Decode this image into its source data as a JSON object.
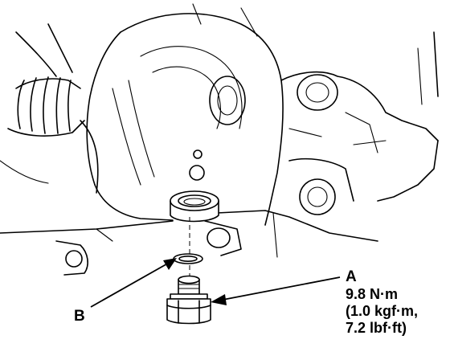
{
  "callouts": {
    "a": {
      "letter": "A",
      "torque_nm": "9.8 N·m",
      "torque_kgfm": "(1.0 kgf·m,",
      "torque_lbfft": "7.2 lbf·ft)"
    },
    "b": {
      "letter": "B"
    }
  },
  "colors": {
    "ink": "#000000",
    "background": "#ffffff"
  }
}
